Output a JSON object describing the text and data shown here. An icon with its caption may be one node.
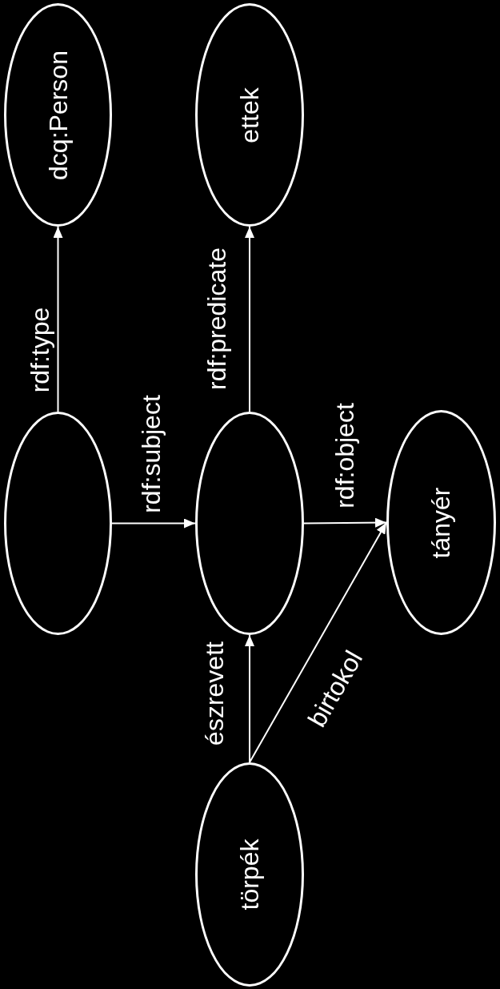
{
  "diagram": {
    "nodes": [
      {
        "text": [
          "dcq:Person"
        ]
      },
      {
        "text": [
          "ettek"
        ]
      },
      {
        "text": [],
        "shape": "ellipse"
      },
      {
        "text": [],
        "shape": "ellipse"
      },
      {
        "text": [
          "tányér"
        ]
      },
      {
        "text": [
          "törpék"
        ]
      }
    ],
    "edges": [
      {
        "from": 2,
        "to": 0,
        "label": "rdf:type",
        "arrow": "to"
      },
      {
        "from": 2,
        "to": 3,
        "label": "rdf:subject",
        "arrow": "to"
      },
      {
        "from": 3,
        "to": 1,
        "label": "rdf:predicate",
        "arrow": "to"
      },
      {
        "from": 3,
        "to": 4,
        "label": "rdf:object",
        "arrow": "to"
      },
      {
        "from": 5,
        "to": 3,
        "label": "észrevett",
        "arrow": "to"
      },
      {
        "from": 5,
        "to": 4,
        "label": "birtokol",
        "arrow": "to"
      }
    ]
  }
}
